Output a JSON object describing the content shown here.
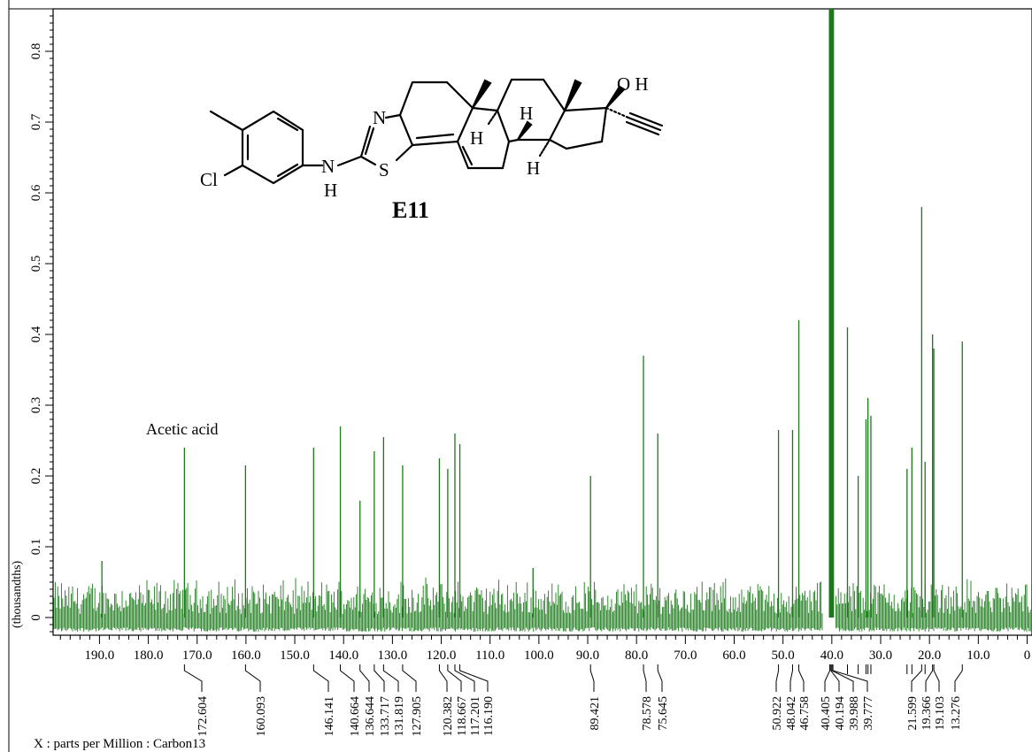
{
  "chart_data": {
    "type": "line",
    "series": [
      {
        "color": "#1a7a1a",
        "peaks": [
          {
            "x": 172.604,
            "y": 0.24
          },
          {
            "x": 160.093,
            "y": 0.215
          },
          {
            "x": 146.141,
            "y": 0.24
          },
          {
            "x": 140.664,
            "y": 0.27
          },
          {
            "x": 136.644,
            "y": 0.165
          },
          {
            "x": 133.717,
            "y": 0.235
          },
          {
            "x": 131.819,
            "y": 0.255
          },
          {
            "x": 127.905,
            "y": 0.215
          },
          {
            "x": 120.382,
            "y": 0.225
          },
          {
            "x": 118.667,
            "y": 0.21
          },
          {
            "x": 117.201,
            "y": 0.26
          },
          {
            "x": 116.19,
            "y": 0.245
          },
          {
            "x": 89.421,
            "y": 0.2
          },
          {
            "x": 78.578,
            "y": 0.37
          },
          {
            "x": 75.645,
            "y": 0.26
          },
          {
            "x": 50.922,
            "y": 0.265
          },
          {
            "x": 48.042,
            "y": 0.265
          },
          {
            "x": 46.758,
            "y": 0.42
          },
          {
            "x": 40.405,
            "y": 0.85
          },
          {
            "x": 40.194,
            "y": 0.85
          },
          {
            "x": 39.988,
            "y": 0.85
          },
          {
            "x": 39.777,
            "y": 0.85
          },
          {
            "x": 36.8,
            "y": 0.41
          },
          {
            "x": 34.6,
            "y": 0.2
          },
          {
            "x": 33.0,
            "y": 0.28
          },
          {
            "x": 32.6,
            "y": 0.31
          },
          {
            "x": 32.0,
            "y": 0.285
          },
          {
            "x": 24.6,
            "y": 0.21
          },
          {
            "x": 23.6,
            "y": 0.24
          },
          {
            "x": 21.599,
            "y": 0.58
          },
          {
            "x": 20.9,
            "y": 0.22
          },
          {
            "x": 19.366,
            "y": 0.4
          },
          {
            "x": 19.103,
            "y": 0.38
          },
          {
            "x": 13.276,
            "y": 0.39
          },
          {
            "x": 189.5,
            "y": 0.08
          },
          {
            "x": 101.2,
            "y": 0.07
          }
        ]
      }
    ],
    "xlabel": "X : parts per Million : Carbon13",
    "ylabel": "(thousandths)",
    "xlim": [
      199.5,
      -1.0
    ],
    "ylim": [
      -0.025,
      0.86
    ],
    "x_ticks": [
      "190.0",
      "180.0",
      "170.0",
      "160.0",
      "150.0",
      "140.0",
      "130.0",
      "120.0",
      "110.0",
      "100.0",
      "90.0",
      "80.0",
      "70.0",
      "60.0",
      "50.0",
      "40.0",
      "30.0",
      "20.0",
      "10.0",
      "0"
    ],
    "y_ticks": [
      "0",
      "0.1",
      "0.2",
      "0.3",
      "0.4",
      "0.5",
      "0.6",
      "0.7",
      "0.8"
    ],
    "peak_labels": [
      "172.604",
      "160.093",
      "146.141",
      "140.664",
      "136.644",
      "133.717",
      "131.819",
      "127.905",
      "120.382",
      "118.667",
      "117.201",
      "116.190",
      "89.421",
      "78.578",
      "75.645",
      "50.922",
      "48.042",
      "46.758",
      "40.405",
      "40.194",
      "39.988",
      "39.777",
      "21.599",
      "19.366",
      "19.103",
      "13.276"
    ],
    "annotation": "Acetic acid",
    "compound_label": "E11",
    "structure_atoms": [
      "Cl",
      "N",
      "H",
      "N",
      "S",
      "H",
      "H",
      "H",
      "O H"
    ]
  }
}
